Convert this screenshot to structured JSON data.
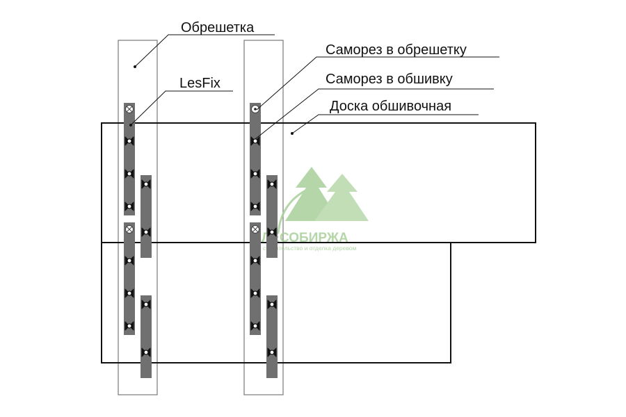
{
  "labels": {
    "batten": "Обрешетка",
    "lesfix": "LesFix",
    "screw_batten": "Саморез в обрешетку",
    "screw_cladding": "Саморез в обшивку",
    "cladding_board": "Доска обшивочная"
  },
  "watermark": {
    "brand": "ЛЕСОБИРЖА",
    "tagline": "строительство и отделка деревом"
  },
  "icons": {
    "screw_batten": "circle-x-icon",
    "screw_cladding": "bowtie-x-icon"
  },
  "colors": {
    "stroke": "#111111",
    "strip": "#707070",
    "batten": "#777777",
    "watermark": "#a8cf9a"
  }
}
